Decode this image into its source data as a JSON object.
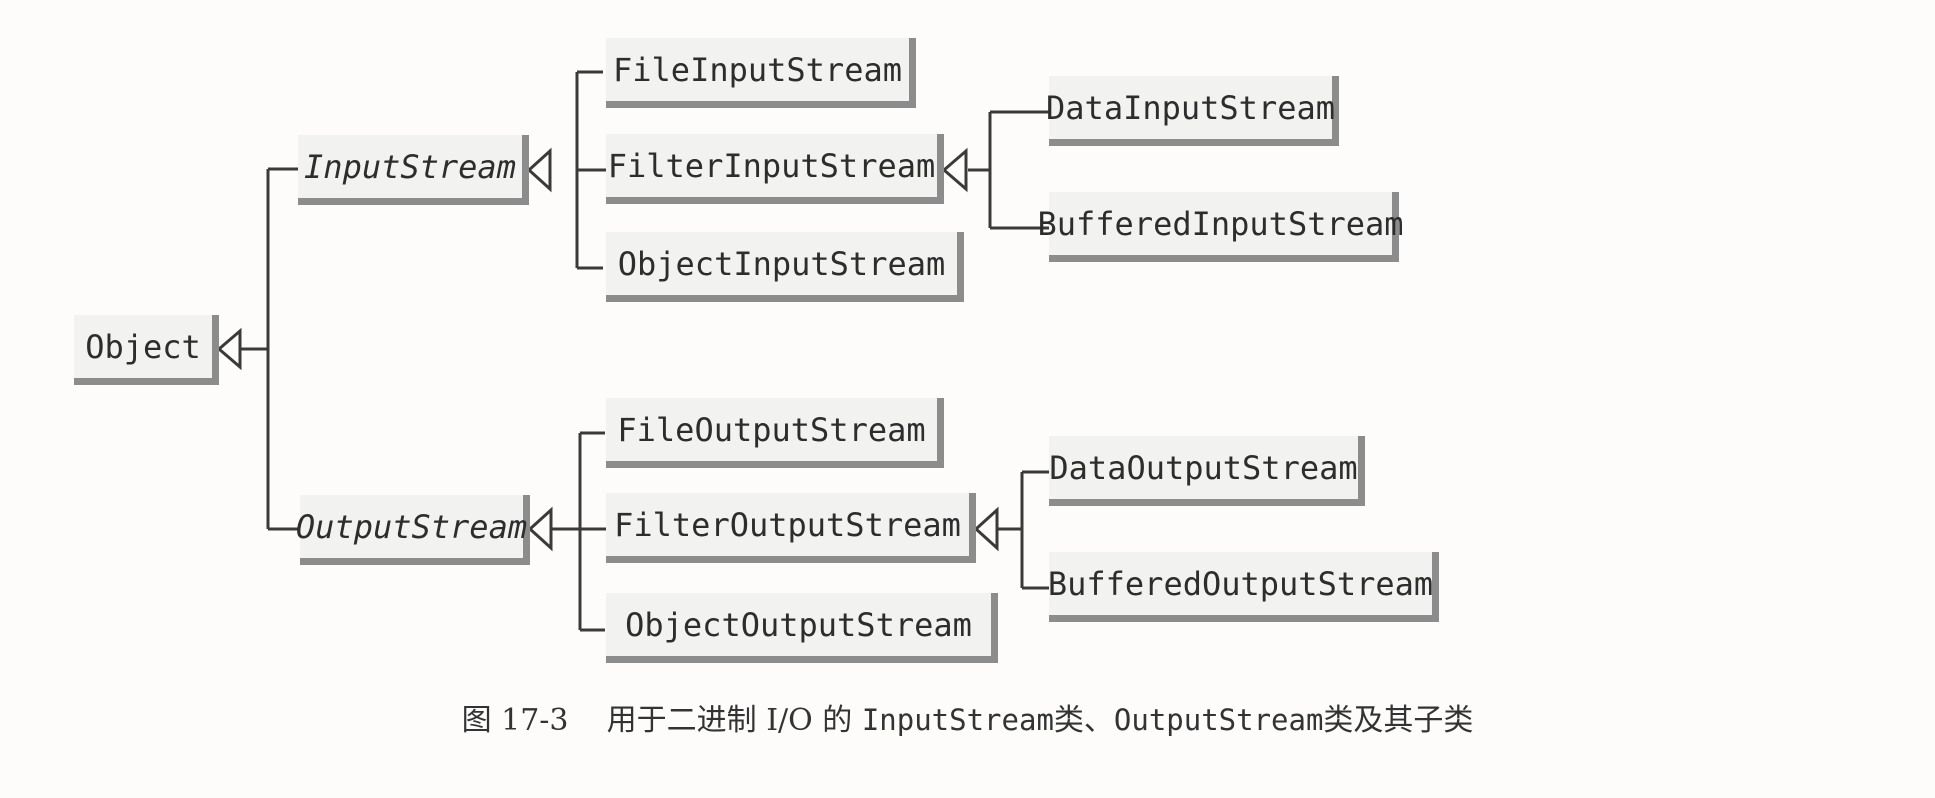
{
  "nodes": {
    "object": "Object",
    "input_stream": "InputStream",
    "output_stream": "OutputStream",
    "file_input_stream": "FileInputStream",
    "filter_input_stream": "FilterInputStream",
    "object_input_stream": "ObjectInputStream",
    "data_input_stream": "DataInputStream",
    "buffered_input_stream": "BufferedInputStream",
    "file_output_stream": "FileOutputStream",
    "filter_output_stream": "FilterOutputStream",
    "object_output_stream": "ObjectOutputStream",
    "data_output_stream": "DataOutputStream",
    "buffered_output_stream": "BufferedOutputStream"
  },
  "caption": {
    "figure": "图 17-3",
    "prefix": "用于二进制 I/O 的",
    "code1": "InputStream",
    "mid": "类、",
    "code2": "OutputStream",
    "suffix": "类及其子类"
  }
}
